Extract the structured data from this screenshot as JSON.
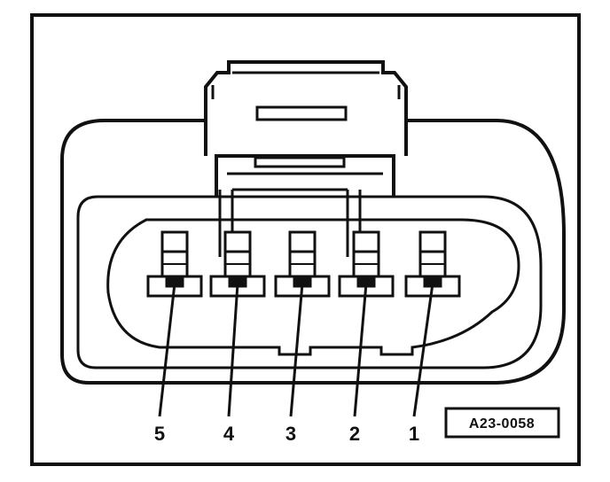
{
  "diagram": {
    "reference_code": "A23-0058",
    "pins": [
      {
        "label": "5"
      },
      {
        "label": "4"
      },
      {
        "label": "3"
      },
      {
        "label": "2"
      },
      {
        "label": "1"
      }
    ]
  }
}
